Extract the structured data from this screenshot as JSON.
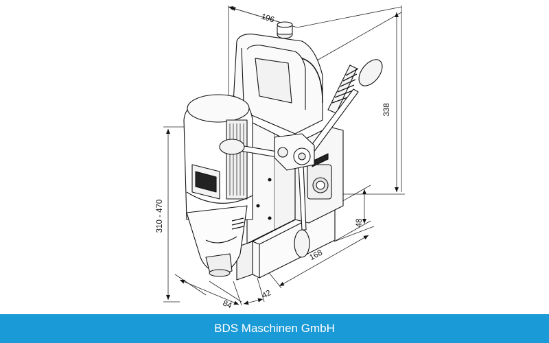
{
  "dimensions": {
    "top_width": "196",
    "total_height": "338",
    "drill_height": "310 - 470",
    "magnet_height": "48",
    "base_length": "168",
    "base_offset": "42",
    "drill_offset": "84"
  },
  "footer": {
    "company": "BDS Maschinen GmbH",
    "background": "#1a9ad6"
  }
}
